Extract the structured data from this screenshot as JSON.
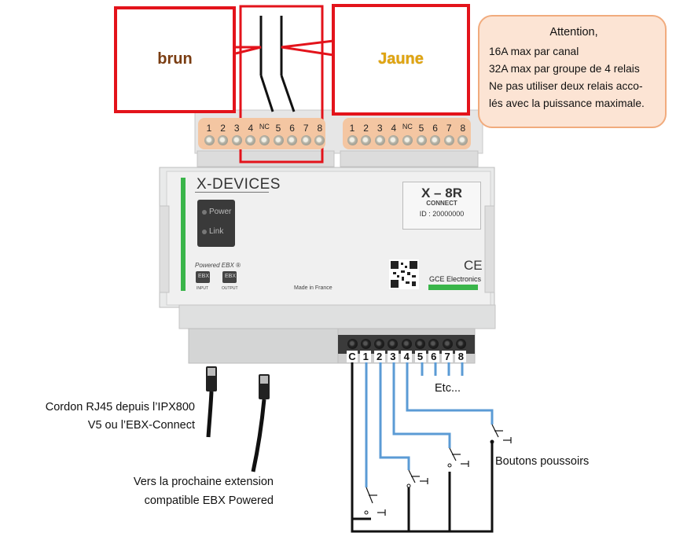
{
  "wire_labels": {
    "brown": "brun",
    "yellow": "Jaune"
  },
  "note": {
    "title": "Attention,",
    "lines": [
      "16A max par canal",
      "32A max par groupe de 4 relais",
      "Ne pas utiliser deux relais acco-",
      "lés avec la puissance maximale."
    ]
  },
  "top_terminals": {
    "left": [
      "1",
      "2",
      "3",
      "4",
      "NC",
      "5",
      "6",
      "7",
      "8"
    ],
    "right": [
      "1",
      "2",
      "3",
      "4",
      "NC",
      "5",
      "6",
      "7",
      "8"
    ]
  },
  "bottom_terminals": [
    "C",
    "1",
    "2",
    "3",
    "4",
    "5",
    "6",
    "7",
    "8"
  ],
  "device": {
    "brand": "X-DEVICES",
    "led_power": "Power",
    "led_link": "Link",
    "powered": "Powered EBX ®",
    "ebx_input_btn": "EBX",
    "ebx_input_caption": "INPUT",
    "ebx_output_btn": "EBX",
    "ebx_output_caption": "OUTPUT",
    "made_in": "Made in France",
    "model": "X – 8R",
    "model_sub": "CONNECT",
    "model_id": "ID : 20000000",
    "ce": "CE",
    "manufacturer": "GCE Electronics"
  },
  "captions": {
    "etc": "Etc...",
    "buttons": "Boutons poussoirs",
    "rj45_line1": "Cordon RJ45 depuis l’IPX800",
    "rj45_line2": "V5 ou l’EBX-Connect",
    "next_line1": "Vers la prochaine extension",
    "next_line2": "compatible EBX Powered"
  },
  "colors": {
    "red": "#e3131b",
    "blue": "#5b9bd5",
    "brown": "#7a3d12",
    "yellow": "#e0a511",
    "green": "#3ab54a"
  }
}
